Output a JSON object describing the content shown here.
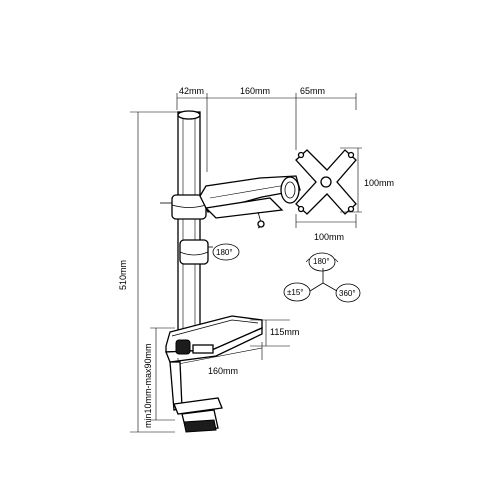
{
  "dimensions": {
    "arm_offset": "42mm",
    "arm_length": "160mm",
    "vesa_offset": "65mm",
    "vesa_height": "100mm",
    "vesa_width": "100mm",
    "total_height": "510mm",
    "clamp_range": "min10mm-max90mm",
    "base_height": "115mm",
    "base_depth": "160mm"
  },
  "rotation": {
    "pole_swivel": "180°",
    "tilt_top": "180°",
    "tilt_left": "±15°",
    "tilt_right": "360°"
  }
}
